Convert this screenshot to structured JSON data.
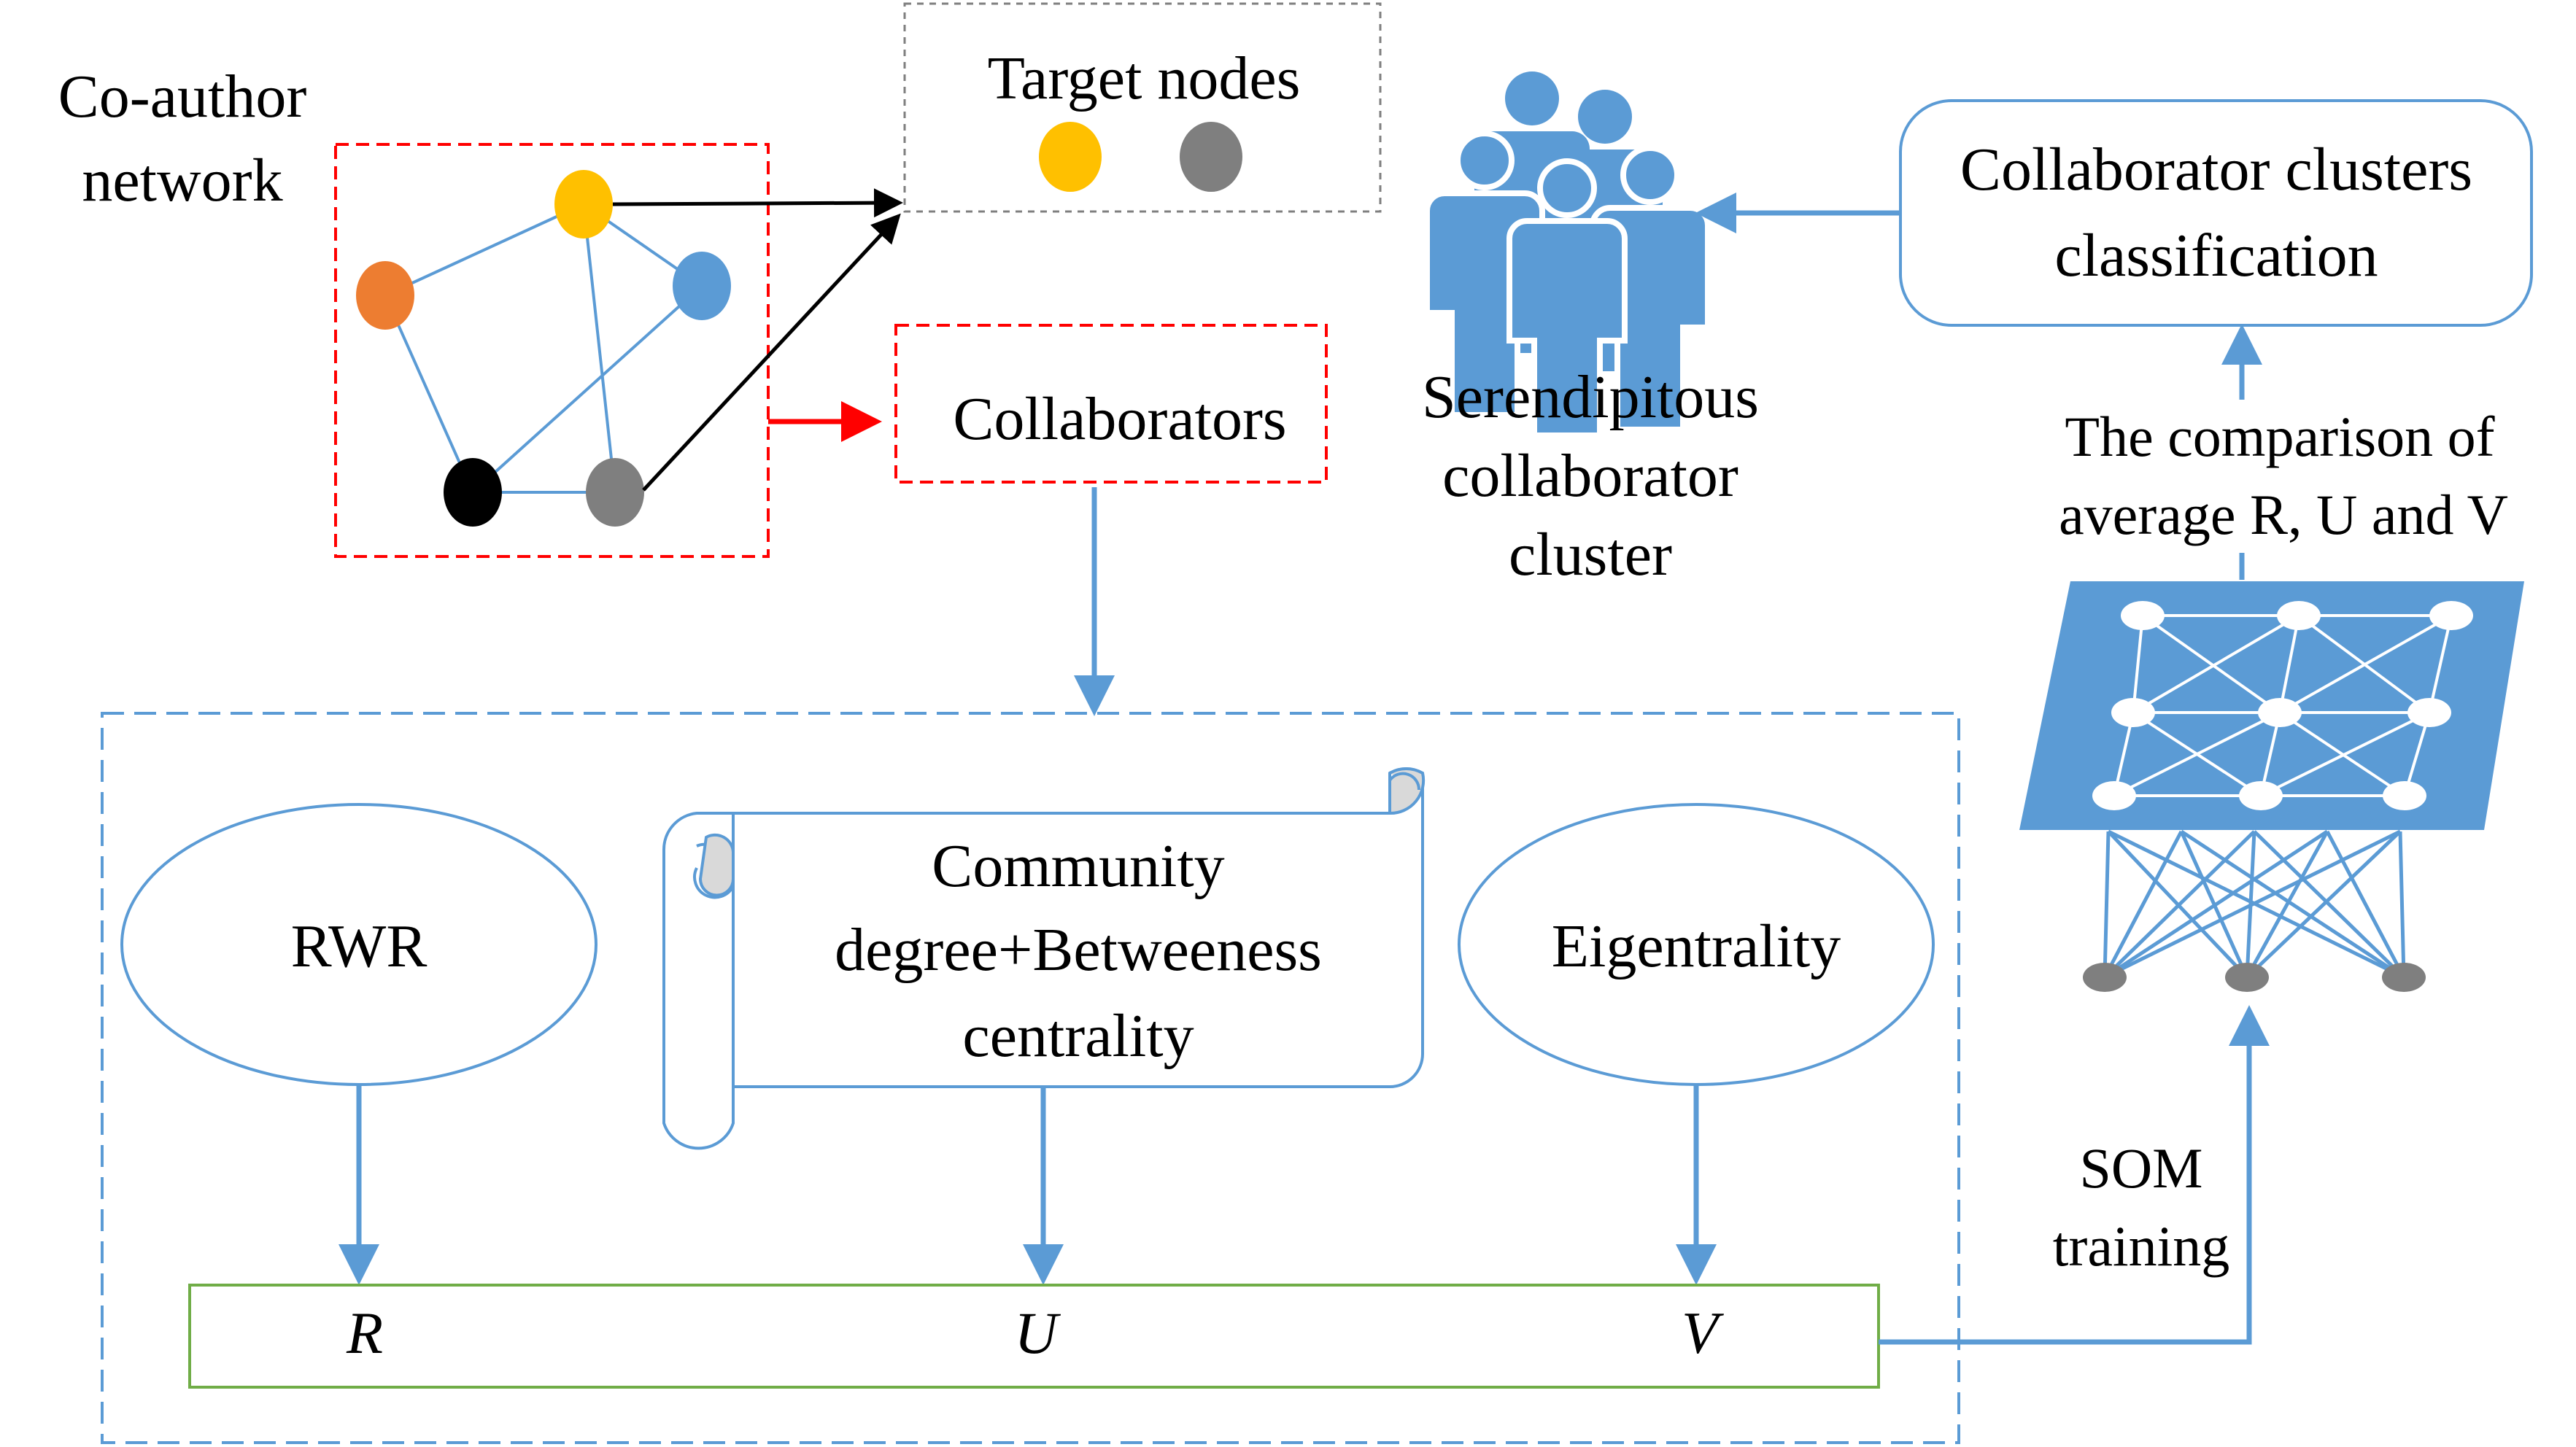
{
  "network": {
    "title_line1": "Co-author",
    "title_line2": "network"
  },
  "target_nodes": {
    "label": "Target nodes"
  },
  "collaborators": {
    "label": "Collaborators"
  },
  "serendipitous": {
    "line1": "Serendipitous",
    "line2": "collaborator",
    "line3": "cluster"
  },
  "classification": {
    "line1": "Collaborator clusters",
    "line2": "classification"
  },
  "comparison": {
    "line1": "The comparison of",
    "line2": "average R, U and V"
  },
  "metrics": {
    "rwr": "RWR",
    "community_line1": "Community",
    "community_line2": "degree+Betweeness",
    "community_line3": "centrality",
    "eigen": "Eigentrality"
  },
  "vector": {
    "r": "R",
    "u": "U",
    "v": "V"
  },
  "som": {
    "line1": "SOM",
    "line2": "training"
  },
  "colors": {
    "blue": "#5B9BD5",
    "orange": "#ED7D31",
    "yellow": "#FFC000",
    "gray": "#7F7F7F",
    "black": "#000000",
    "red": "#FF0000",
    "green": "#70AD47",
    "dark_gray": "#595959"
  }
}
